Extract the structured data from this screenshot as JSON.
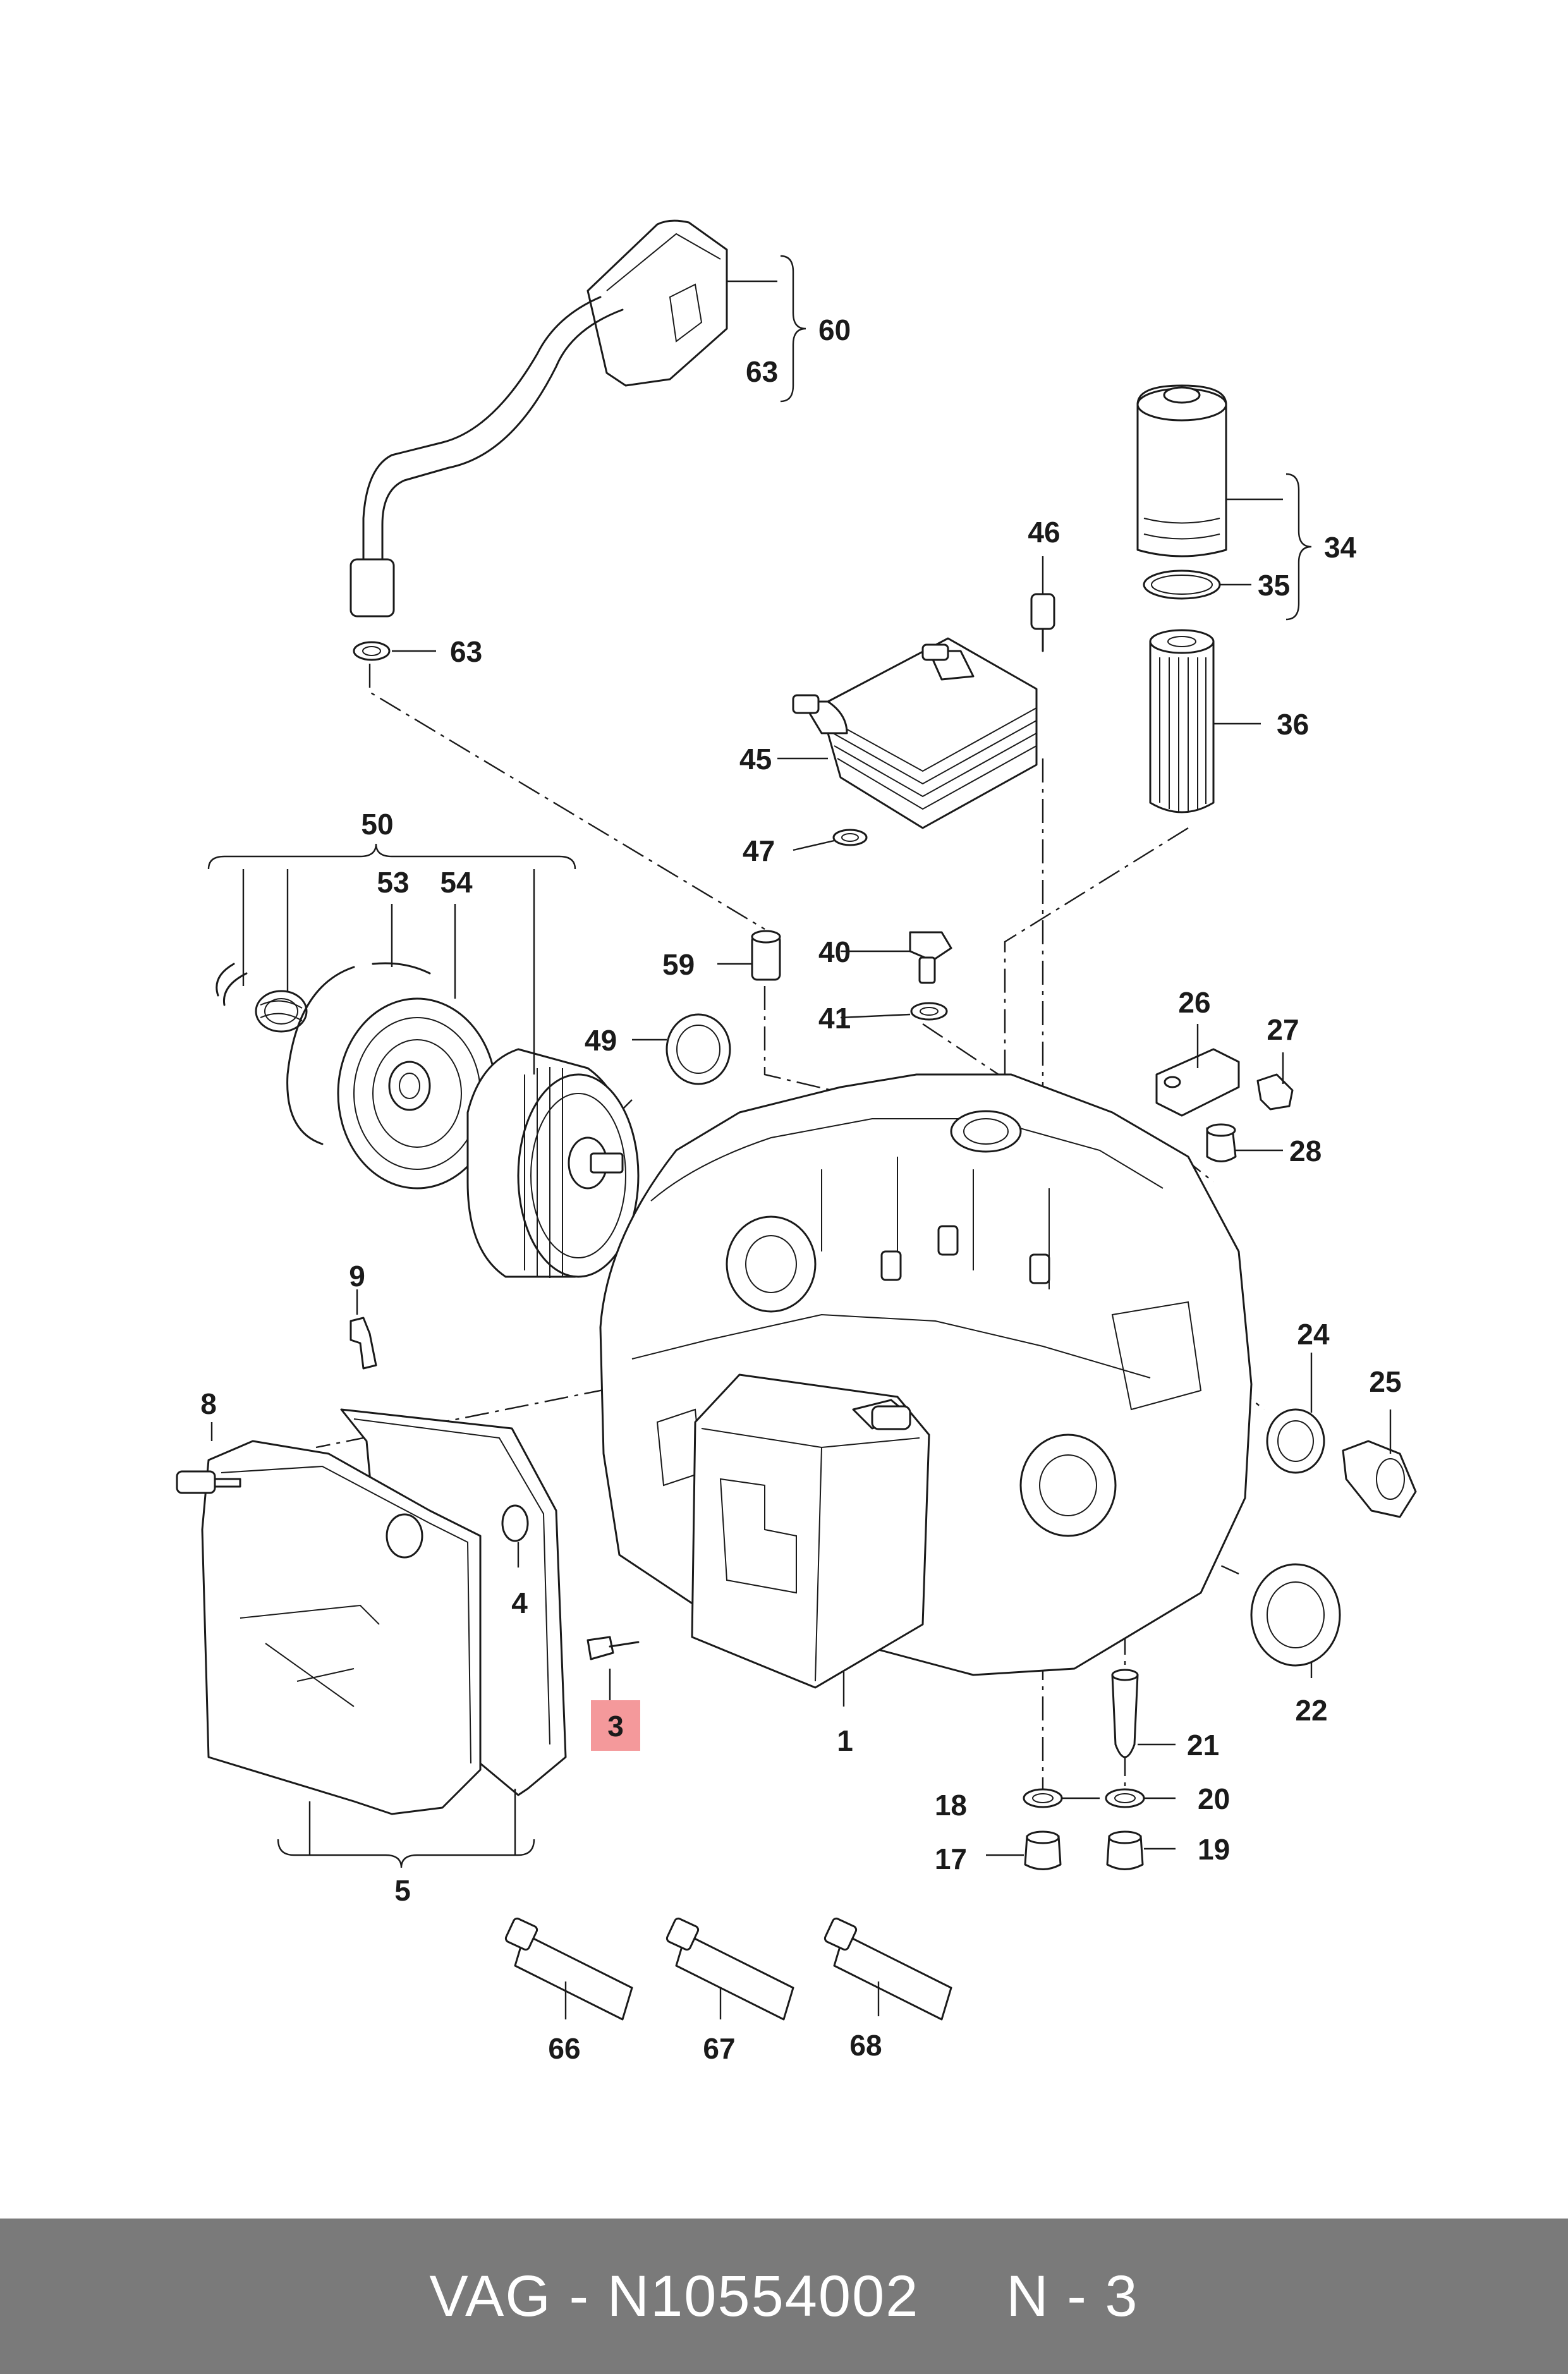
{
  "diagram": {
    "callouts": {
      "c1": "1",
      "c3": "3",
      "c4": "4",
      "c5": "5",
      "c8": "8",
      "c9": "9",
      "c17": "17",
      "c18": "18",
      "c19": "19",
      "c20": "20",
      "c21": "21",
      "c22": "22",
      "c24": "24",
      "c25": "25",
      "c26": "26",
      "c27": "27",
      "c28": "28",
      "c34": "34",
      "c35": "35",
      "c36": "36",
      "c40": "40",
      "c41": "41",
      "c45": "45",
      "c46": "46",
      "c47": "47",
      "c49": "49",
      "c50": "50",
      "c53": "53",
      "c54": "54",
      "c59": "59",
      "c60": "60",
      "c63a": "63",
      "c63b": "63",
      "c66": "66",
      "c67": "67",
      "c68": "68"
    },
    "highlight_color": "#f4999b"
  },
  "footer": {
    "text": "VAG - N10554002     N - 3",
    "background": "#7a7a7a"
  }
}
